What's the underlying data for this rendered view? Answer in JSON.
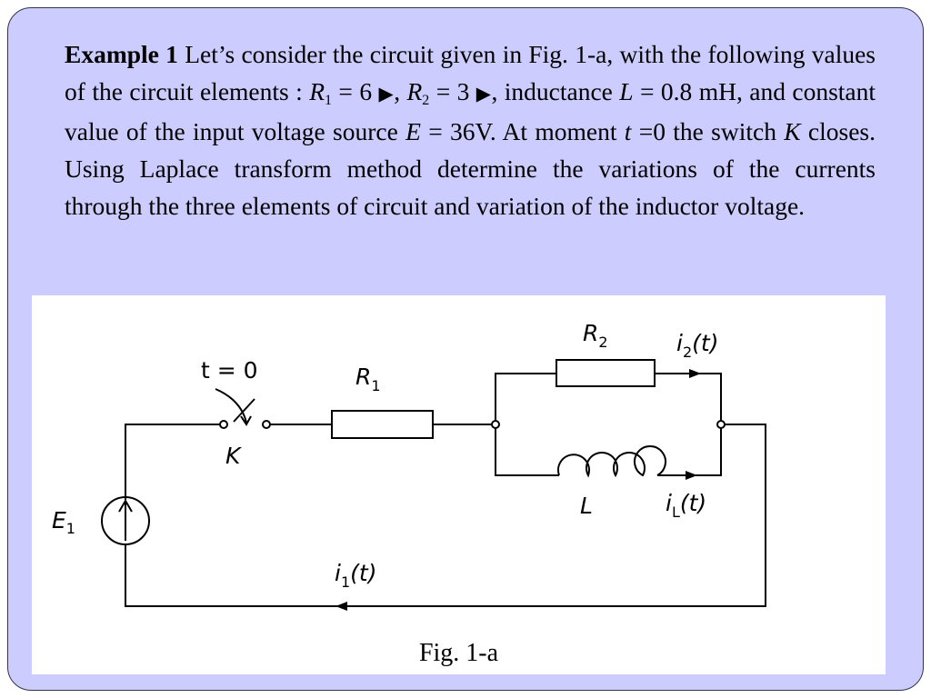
{
  "text": {
    "heading": "Example 1",
    "s1": " Let’s consider the circuit given in Fig. 1-a, with the following values of the circuit elements : ",
    "r1_sym": "R",
    "r1_sub": "1",
    "r1_val": " = 6 ",
    "sep1": ", ",
    "r2_sym": "R",
    "r2_sub": "2",
    "r2_val": " = 3 ",
    "sep2": ", inductance ",
    "l_sym": "L",
    "l_val": " = 0.8 mH, and constant value of the input voltage source ",
    "e_sym": "E",
    "e_val": " = 36V. At moment ",
    "t_sym": "t",
    "t_val": " =0 the switch ",
    "k_sym": "K",
    "s_end": " closes. Using Laplace transform method determine the variations of the currents through the three elements of circuit and variation of the inductor voltage.",
    "ohm_glyph": "▶"
  },
  "figure": {
    "caption": "Fig. 1-a",
    "labels": {
      "switch_time": "t = 0",
      "switch_name": "K",
      "source_name": "E",
      "source_sub": "1",
      "r1_name": "R",
      "r1_sub": "1",
      "r2_name": "R",
      "r2_sub": "2",
      "l_name": "L",
      "i1_name": "i",
      "i1_sub": "1",
      "i1_arg": "(t)",
      "i2_name": "i",
      "i2_sub": "2",
      "i2_arg": "(t)",
      "il_name": "i",
      "il_sub": "L",
      "il_arg": "(t)"
    }
  }
}
